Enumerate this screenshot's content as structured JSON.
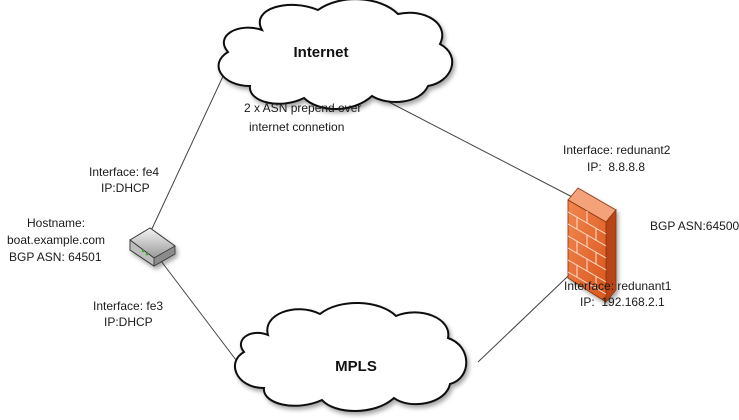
{
  "clouds": {
    "internet": "Internet",
    "mpls": "MPLS"
  },
  "internet_note": {
    "line1": "2 x ASN prepend over",
    "line2": "internet connetion"
  },
  "router": {
    "hostname_label": "Hostname:",
    "hostname": "boat.example.com",
    "asn": "BGP ASN: 64501",
    "fe4": {
      "interface": "Interface: fe4",
      "ip": "IP:DHCP"
    },
    "fe3": {
      "interface": "Interface: fe3",
      "ip": "IP:DHCP"
    }
  },
  "firewall": {
    "asn": "BGP ASN:64500",
    "redundant2": {
      "interface": "Interface: redunant2",
      "ip": "IP:  8.8.8.8"
    },
    "redundant1": {
      "interface": "Interface: redunant1",
      "ip": "IP:  192.168.2.1"
    }
  },
  "colors": {
    "brick": "#e8692c",
    "brick_dark": "#b94513",
    "line": "#444444"
  },
  "icons": {
    "router": "router-icon",
    "firewall": "firewall-icon"
  }
}
